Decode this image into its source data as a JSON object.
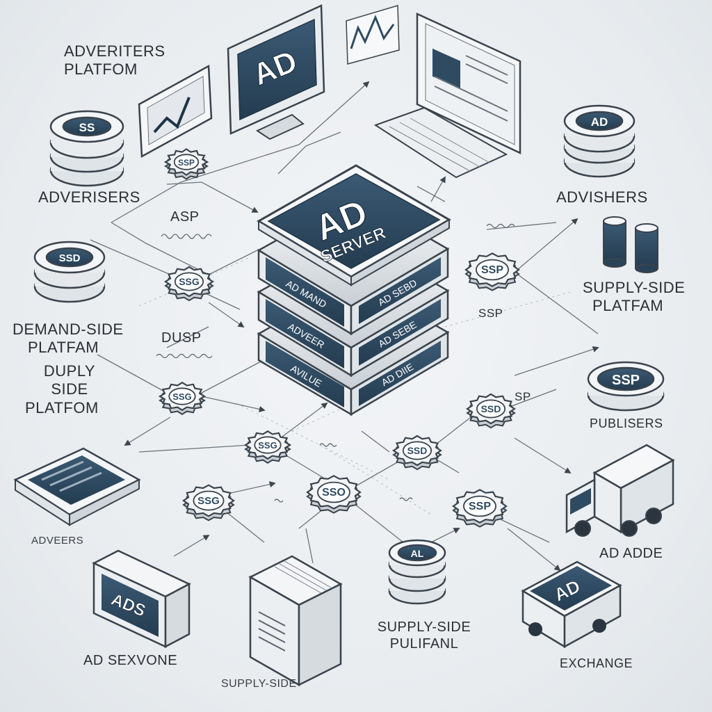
{
  "labels": {
    "advertisers_platform_1": "ADVERITERS",
    "advertisers_platform_2": "PLATFOM",
    "advertisers_left": "ADVERISERS",
    "asp": "ASP",
    "demand_side_1": "DEMAND-SIDE",
    "demand_side_2": "PLATFAM",
    "dusp": "DUSP",
    "duply_1": "DUPLY",
    "duply_2": "SIDE",
    "duply_3": "PLATFOM",
    "adveers": "ADVEERS",
    "ad_sexvone": "AD SEXVONE",
    "supply_side_bottom": "SUPPLY-SIDE",
    "supply_side_pub_1": "SUPPLY-SIDE",
    "supply_side_pub_2": "PULIFANL",
    "exchange": "EXCHANGE",
    "ad_adde": "AD ADDE",
    "publisers": "PUBLISERS",
    "ssp_right": "SSP",
    "sp_right": "SP",
    "supply_side_right_1": "SUPPLY-SIDE",
    "supply_side_right_2": "PLATFAM",
    "advishers": "ADVISHERS"
  },
  "monitor_ad": "AD",
  "server": {
    "title_1": "AD",
    "title_2": "SERVER",
    "slot_left_1": "AD MAND",
    "slot_right_1": "AD SEBD",
    "slot_left_2": "ADVEER",
    "slot_right_2": "AD SEBE",
    "slot_left_3": "AVILUE",
    "slot_right_3": "AD DIIE"
  },
  "coins": {
    "top_left": "SS",
    "mid_left": "SSD",
    "top_right": "AD",
    "ssp_right": "SSP",
    "bottom_center": "AL"
  },
  "gears": {
    "g1": "SSP",
    "g2": "SSG",
    "g3": "SSG",
    "g4": "SSG",
    "g5": "SSO",
    "g6": "SSG",
    "g7": "SSD",
    "g8": "SSD",
    "g9": "SSP",
    "g10": "SSP"
  },
  "boxes": {
    "ads_box": "ADS",
    "truck_ad": "AD"
  },
  "colors": {
    "navy": "#2f4b62",
    "navy_dark": "#1f3446",
    "outline": "#3a434c",
    "panel": "#f6f7f8",
    "line": "#6b737b"
  }
}
